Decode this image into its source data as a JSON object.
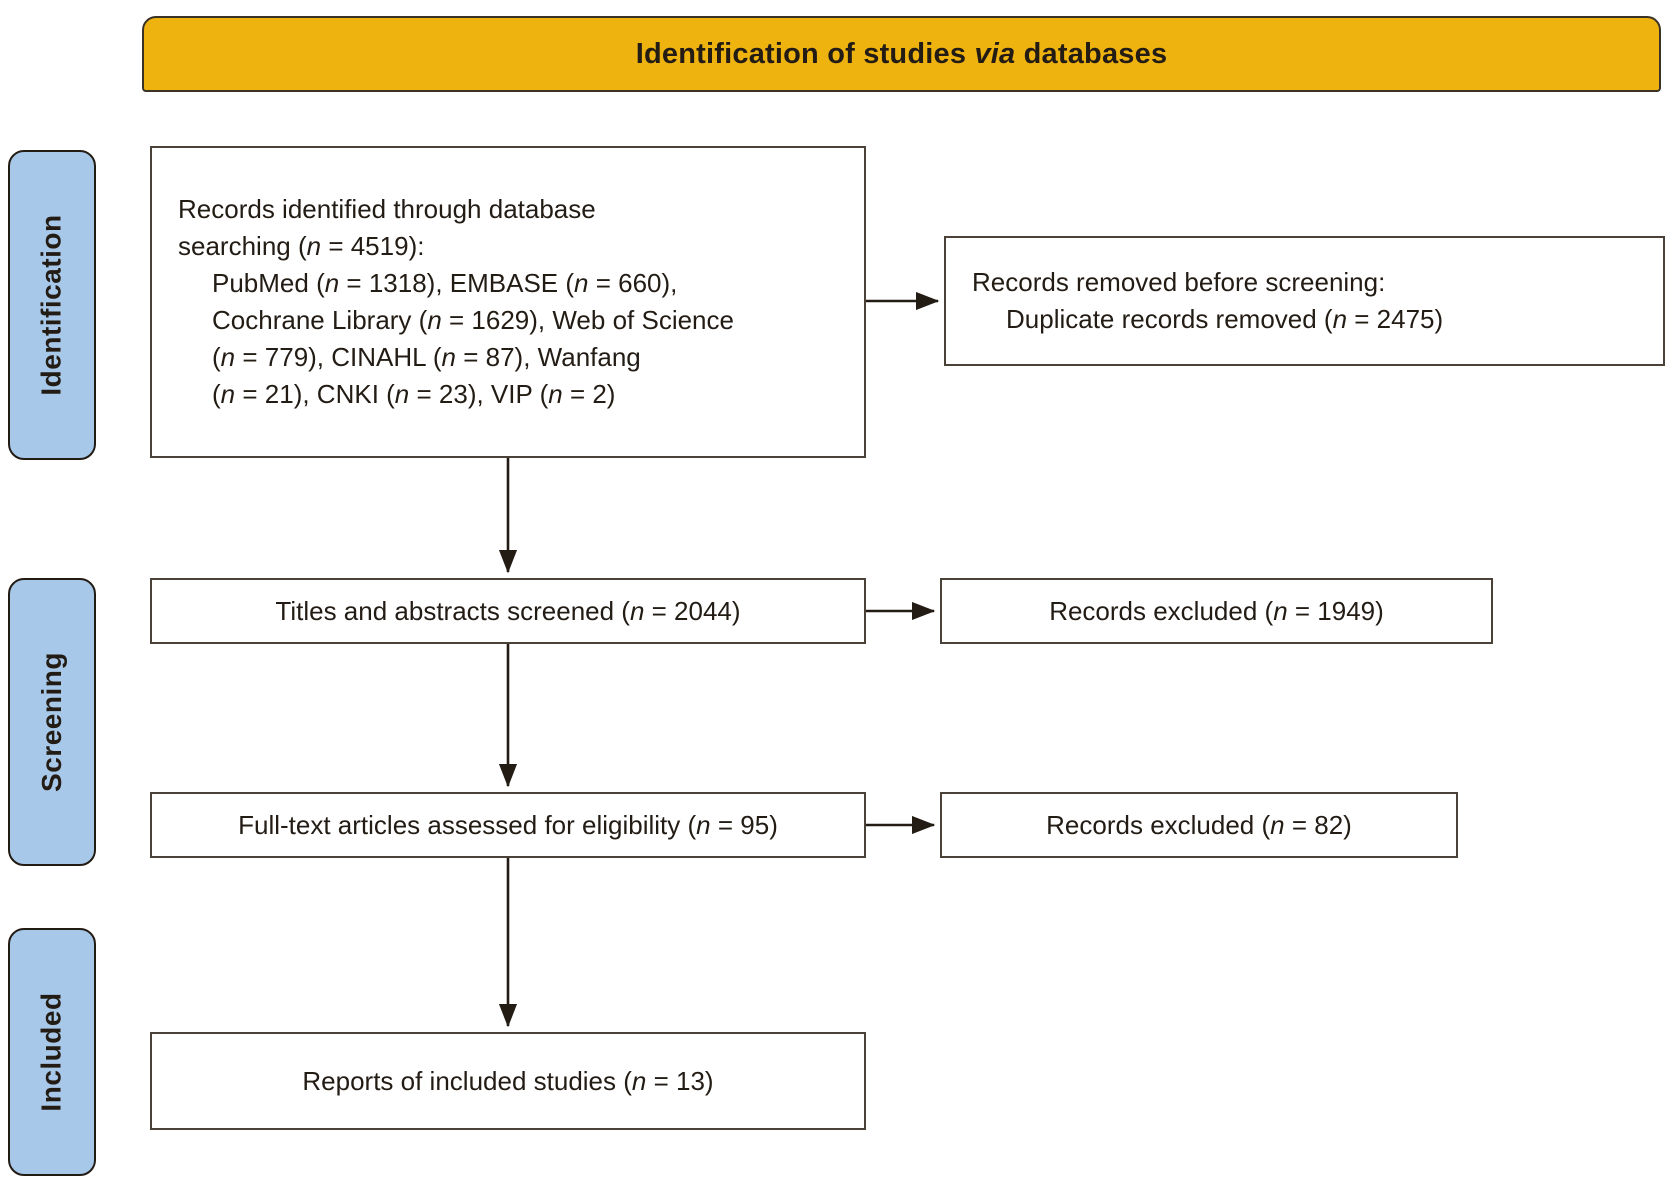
{
  "header": {
    "title_before": "Identification of studies ",
    "title_italic": "via",
    "title_after": " databases"
  },
  "stages": [
    {
      "id": "identification",
      "label": "Identification"
    },
    {
      "id": "screening",
      "label": "Screening"
    },
    {
      "id": "included",
      "label": "Included"
    }
  ],
  "boxes": {
    "identified": {
      "line1": "Records identified through database",
      "line2_pre": "searching (",
      "line2_n": "n",
      "line2_post": " = 4519):",
      "line3": "PubMed (n = 1318), EMBASE (n = 660),",
      "line4": "Cochrane Library (n = 1629), Web of Science",
      "line5": "(n = 779), CINAHL (n = 87), Wanfang",
      "line6": "(n = 21), CNKI (n = 23), VIP (n = 2)"
    },
    "removed": {
      "line1": "Records removed before screening:",
      "line2": "Duplicate records removed (n = 2475)"
    },
    "screened": {
      "line1": "Titles and abstracts screened (n = 2044)"
    },
    "excluded_1": {
      "line1": "Records excluded (n = 1949)"
    },
    "fulltext": {
      "line1": "Full-text articles assessed for eligibility (n = 95)"
    },
    "excluded_2": {
      "line1": "Records excluded (n = 82)"
    },
    "included": {
      "line1": "Reports of included studies (n = 13)"
    }
  },
  "counts": {
    "records_identified_total": 4519,
    "pubmed": 1318,
    "embase": 660,
    "cochrane_library": 1629,
    "web_of_science": 779,
    "cinahl": 87,
    "wanfang": 21,
    "cnki": 23,
    "vip": 2,
    "duplicates_removed": 2475,
    "titles_abstracts_screened": 2044,
    "records_excluded_screening": 1949,
    "fulltext_assessed": 95,
    "records_excluded_fulltext": 82,
    "reports_included": 13
  },
  "colors": {
    "header_bar": "#efb310",
    "stage_tab": "#a7c8e8",
    "box_border": "#4a4239",
    "text": "#231c15"
  }
}
